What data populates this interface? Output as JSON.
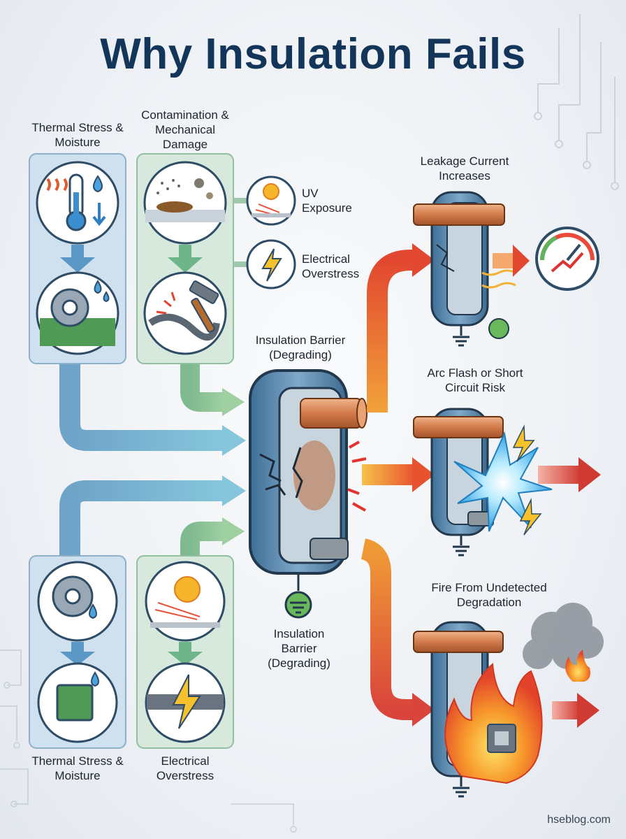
{
  "title": "Why Insulation Fails",
  "causes": {
    "top_left": "Thermal Stress & Moisture",
    "top_right": "Contamination & Mechanical Damage",
    "uv": "UV Exposure",
    "electrical_top": "Electrical Overstress",
    "bottom_left": "Thermal Stress & Moisture",
    "bottom_right": "Electrical Overstress"
  },
  "center": {
    "label_top": "Insulation Barrier (Degrading)",
    "label_bottom": "Insulation Barrier (Degrading)"
  },
  "outcomes": {
    "leakage": "Leakage Current Increases",
    "arc": "Arc Flash or Short Circuit Risk",
    "fire": "Fire From Undetected Degradation"
  },
  "credit": "hseblog.com",
  "colors": {
    "title": "#14355a",
    "blue_panel": "#cfe0ee",
    "green_panel": "#d6e9dc",
    "arrow_blue": "#5f9cc6",
    "arrow_green": "#7cba92",
    "arrow_orange": "#ee7a2f",
    "arrow_red": "#d9453a"
  }
}
